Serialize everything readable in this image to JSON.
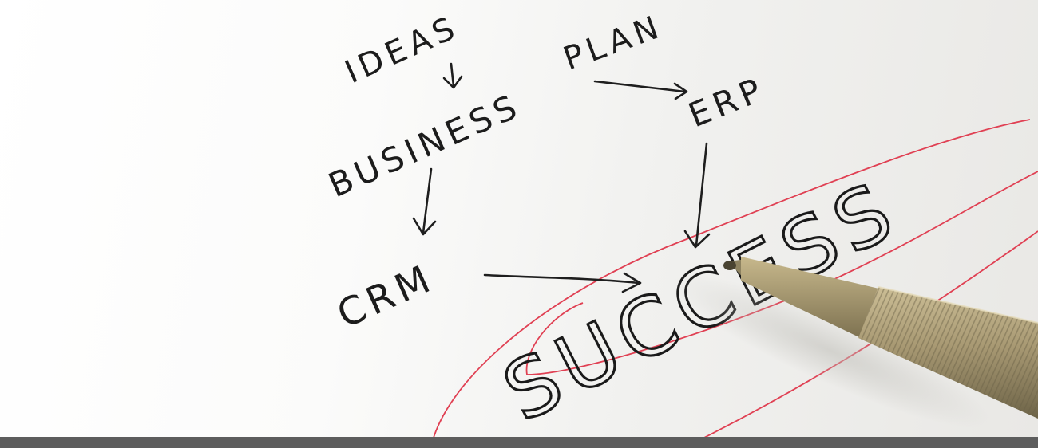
{
  "photo": {
    "words": {
      "ideas": "IDEAS",
      "plan": "PLAN",
      "business": "BUSINESS",
      "erp": "ERP",
      "crm": "CRM",
      "success": "SUCCESS"
    },
    "colors": {
      "ink": "#1c1c1c",
      "red_ellipse": "#e04053",
      "pen_metal": "#9c8e6a",
      "bottom_bar": "#5d5d5d"
    }
  }
}
